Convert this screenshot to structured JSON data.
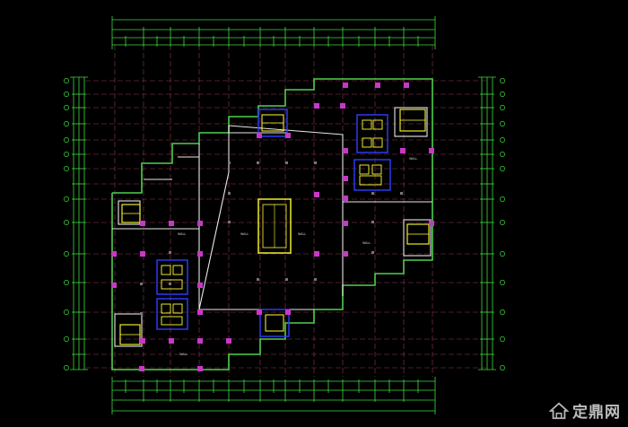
{
  "drawing": {
    "background": "#000000",
    "colors": {
      "dimension": "#3ddc3d",
      "wall": "#e8e8e8",
      "grid": "#c0506a",
      "column": "#c838c8",
      "core": "#ffff33",
      "stair_frame": "#2f3fff",
      "label": "#d0d0d0"
    },
    "room_labels": [
      "WALL",
      "WALL",
      "WALL",
      "WALL",
      "WALL",
      "WALL"
    ]
  },
  "watermark": {
    "text": "定鼎网",
    "logo_icon": "house-logo-icon"
  }
}
